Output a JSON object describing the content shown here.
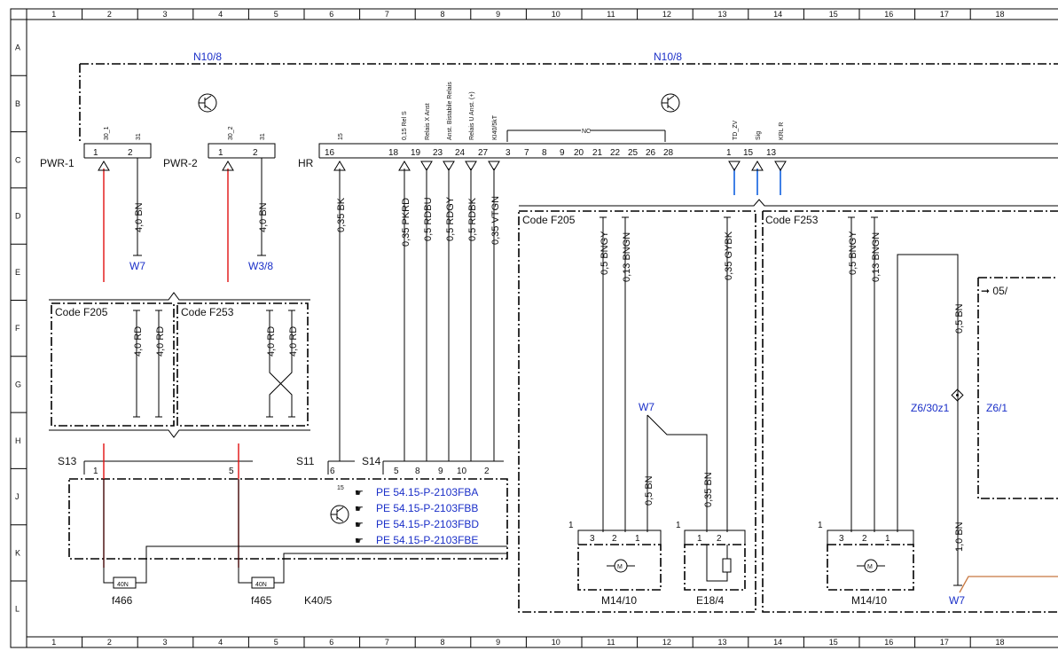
{
  "grid": {
    "columns": [
      "1",
      "2",
      "3",
      "4",
      "5",
      "6",
      "7",
      "8",
      "9",
      "10",
      "11",
      "12",
      "13",
      "14",
      "15",
      "16",
      "17",
      "18"
    ],
    "rows": [
      "A",
      "B",
      "C",
      "D",
      "E",
      "F",
      "G",
      "H",
      "J",
      "K",
      "L"
    ]
  },
  "colors": {
    "ground_wire": "#1a1a1a",
    "power_wire": "#e01010",
    "blue_wire": "#1060e0",
    "brown_wire": "#c87840",
    "ref_text": "#1a2fc8"
  },
  "labels": {
    "n10_8_left": "N10/8",
    "n10_8_right": "N10/8",
    "pwr1": "PWR-1",
    "pwr2": "PWR-2",
    "hr": "HR",
    "nc": "NC",
    "code_f205_top": "Code F205",
    "code_f253_top": "Code F253",
    "code_f205_left": "Code F205",
    "code_f253_left": "Code F253",
    "arrow_05": "➞ 05/",
    "z6_30z1": "Z6/30z1",
    "z6_1": "Z6/1",
    "s13": "S13",
    "s11": "S11",
    "s14": "S14",
    "pin15_s11": "15",
    "f466": "f466",
    "f465": "f465",
    "fuse_40n_a": "40N",
    "fuse_40n_b": "40N",
    "k40_5": "K40/5",
    "m14_10_a": "M14/10",
    "m14_10_b": "M14/10",
    "e18_4": "E18/4",
    "one_a": "1",
    "one_b": "1",
    "one_c": "1"
  },
  "grounds": {
    "w7_a": "W7",
    "w3_8": "W3/8",
    "w7_b": "W7",
    "w7_c": "W7"
  },
  "pins_top": {
    "p30_1": "30_1",
    "p31_a": "31",
    "p30_2": "30_2",
    "p31_b": "31",
    "p15": "15",
    "rel_s": "0,15 Rel S",
    "relais_x": "Relais X Anst",
    "bistabile": "Anst. Bistabile Relais",
    "relais_u": "Relais U Anst. (+)",
    "kl40": "KI40/5kT",
    "td_zv": "TD_ZV",
    "sig": "Sig",
    "krl_r": "KRL R"
  },
  "pin_numbers": {
    "n1a": "1",
    "n2a": "2",
    "n1b": "1",
    "n2b": "2",
    "n16": "16",
    "n18": "18",
    "n19": "19",
    "n23": "23",
    "n24": "24",
    "n27": "27",
    "n3": "3",
    "n7": "7",
    "n8": "8",
    "n9": "9",
    "n20": "20",
    "n21": "21",
    "n22": "22",
    "n25": "25",
    "n26": "26",
    "n28": "28",
    "n1c": "1",
    "n15": "15",
    "n13": "13"
  },
  "wires": {
    "w_40bn_a": "4,0 BN",
    "w_40bn_b": "4,0 BN",
    "w_035bk": "0,35 BK",
    "w_035pkrd": "0,35 PKRD",
    "w_05rdbu": "0,5 RDBU",
    "w_05rdgy": "0,5 RDGY",
    "w_05rdbk": "0,5 RDBK",
    "w_035vtgn": "0,35 VTGN",
    "w_05bngy_a": "0,5 BNGY",
    "w_013bngn_a": "0,13 BNGN",
    "w_035gybk": "0,35 GYBK",
    "w_05bngy_b": "0,5 BNGY",
    "w_013bngn_b": "0,13 BNGN",
    "w_40rd_a": "4,0 RD",
    "w_40rd_b": "4,0 RD",
    "w_40rd_c": "4,0 RD",
    "w_40rd_d": "4,0 RD",
    "w_05bn_a": "0,5 BN",
    "w_035bn": "0,35 BN",
    "w_05bn_b": "0,5 BN",
    "w_10bn": "1,0 BN"
  },
  "connector_pins": {
    "s13_1": "1",
    "s13_5": "5",
    "s11_6": "6",
    "s14_5": "5",
    "s14_8": "8",
    "s14_9": "9",
    "s14_10": "10",
    "s14_2": "2",
    "m_a_3": "3",
    "m_a_2": "2",
    "m_a_1": "1",
    "e_1": "1",
    "e_2": "2",
    "m_b_3": "3",
    "m_b_2": "2",
    "m_b_1": "1"
  },
  "references": [
    "PE 54.15-P-2103FBA",
    "PE 54.15-P-2103FBB",
    "PE 54.15-P-2103FBD",
    "PE 54.15-P-2103FBE"
  ]
}
